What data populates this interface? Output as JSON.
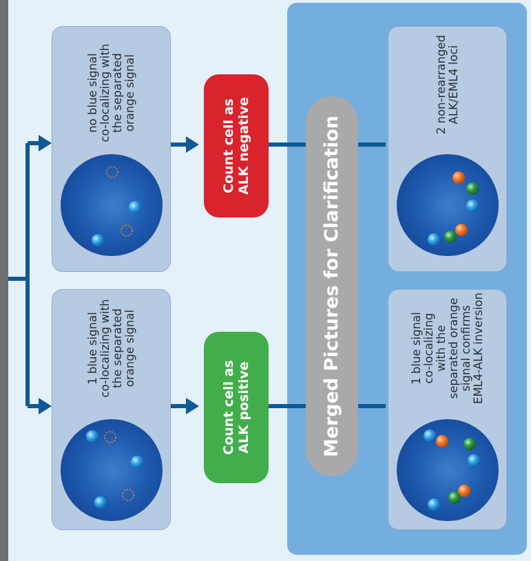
{
  "colors": {
    "background": "#e4f1f9",
    "panel": "#74aede",
    "box": "#b6cbe2",
    "connector": "#0f5a96",
    "negative_pill": "#d9232d",
    "positive_pill": "#41ae4b",
    "merged_pill": "#a9a9ab",
    "cell": "#1f5bb0",
    "blue_signal": "#34a7e6",
    "orange_signal": "#f07a2a",
    "green_signal": "#2f9a44"
  },
  "top_row": {
    "description_box": {
      "lines": [
        "no blue signal",
        "co-localizing with",
        "the separated",
        "orange signal"
      ]
    },
    "result_pill": {
      "lines": [
        "Count cell as",
        "ALK negative"
      ]
    },
    "merged_box": {
      "lines": [
        "2 non-rearranged",
        "ALK/EML4 loci"
      ]
    }
  },
  "bottom_row": {
    "description_box": {
      "lines": [
        "1 blue signal",
        "co-localizing with",
        "the separated",
        "orange signal"
      ]
    },
    "result_pill": {
      "lines": [
        "Count cell as",
        "ALK positive"
      ]
    },
    "merged_box": {
      "lines": [
        "1 blue signal",
        "co-localizing",
        "with the",
        "separated orange",
        "signal confirms",
        "EML4-ALK inversion"
      ]
    }
  },
  "merged_label": "Merged Pictures for Clarification"
}
